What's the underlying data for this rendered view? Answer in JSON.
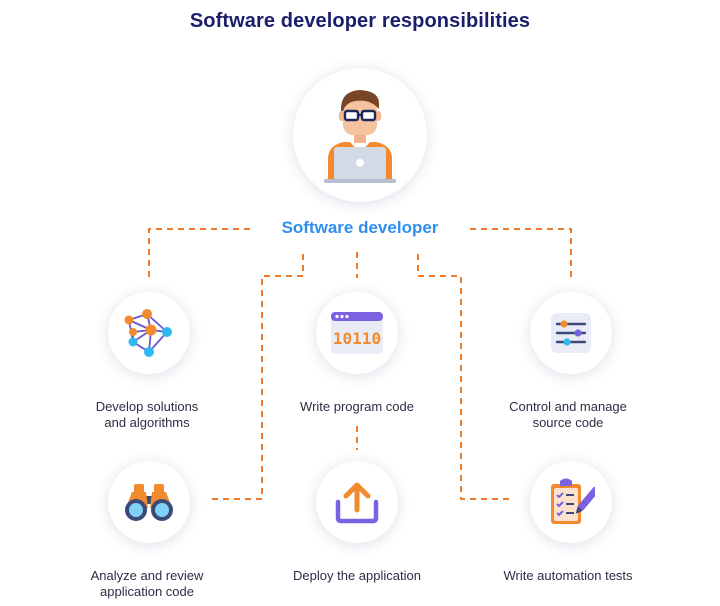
{
  "title": "Software developer responsibilities",
  "center": {
    "label": "Software developer",
    "icon": "developer-laptop-icon"
  },
  "responsibilities": {
    "algorithms": {
      "lines": [
        "Develop solutions",
        "and algorithms"
      ],
      "icon": "network-nodes-icon"
    },
    "program_code": {
      "lines": [
        "Write program code"
      ],
      "icon": "binary-code-window-icon"
    },
    "source_code": {
      "lines": [
        "Control and manage",
        "source code"
      ],
      "icon": "sliders-settings-icon"
    },
    "review": {
      "lines": [
        "Analyze and review",
        "application code"
      ],
      "icon": "binoculars-icon"
    },
    "deploy": {
      "lines": [
        "Deploy the application"
      ],
      "icon": "upload-arrow-icon"
    },
    "tests": {
      "lines": [
        "Write automation tests"
      ],
      "icon": "checklist-pen-icon"
    }
  },
  "colors": {
    "title": "#1b1f6b",
    "center_label": "#2f8ff0",
    "connector": "#f07a2a",
    "text": "#2b2f44"
  }
}
